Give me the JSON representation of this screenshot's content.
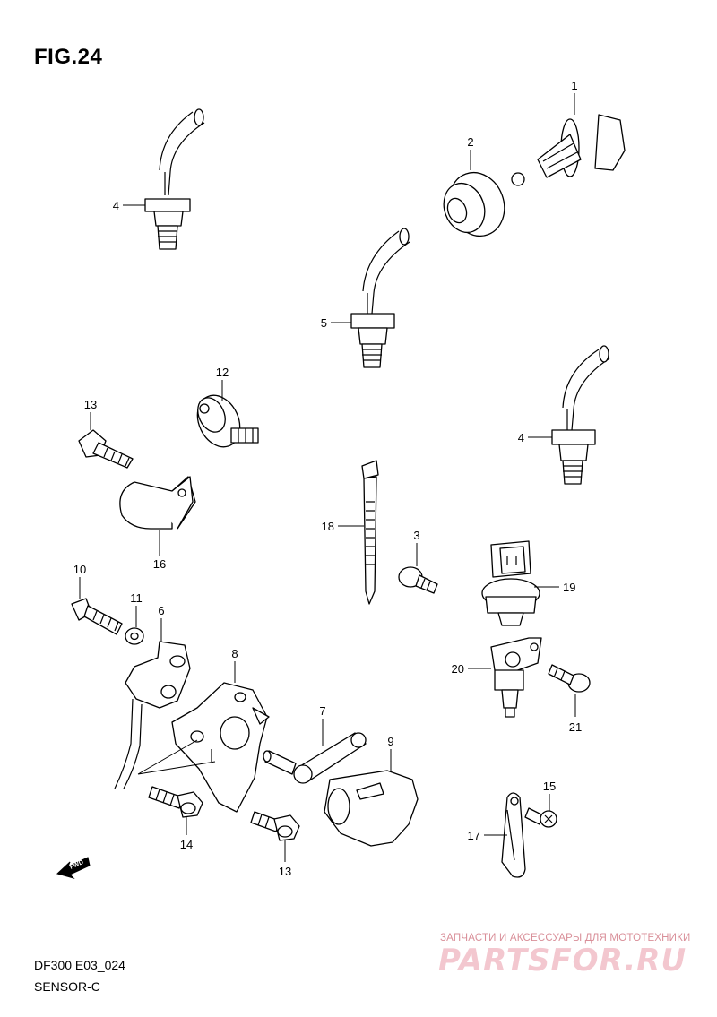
{
  "figure_title": "FIG.24",
  "model_code": "DF300 E03_024",
  "section_title": "SENSOR-C",
  "direction_label": "FWD",
  "watermark": {
    "subtitle": "ЗАПЧАСТИ И АКСЕССУАРЫ ДЛЯ МОТОТЕХНИКИ",
    "brand": "PARTSFOR.RU"
  },
  "callouts": [
    "1",
    "2",
    "3",
    "4",
    "4",
    "5",
    "6",
    "7",
    "8",
    "9",
    "10",
    "11",
    "12",
    "13",
    "13",
    "14",
    "15",
    "16",
    "17",
    "18",
    "19",
    "20",
    "21"
  ]
}
